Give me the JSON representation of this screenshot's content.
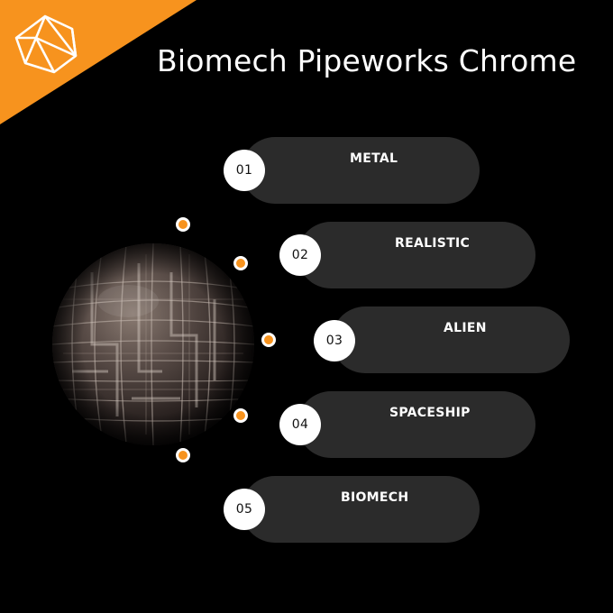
{
  "header": {
    "title": "Biomech Pipeworks Chrome",
    "accent_color": "#f7931e",
    "logo_icon": "icosahedron-icon"
  },
  "hero": {
    "image": "biomech-pipe-sphere"
  },
  "items": [
    {
      "number": "01",
      "label": "METAL"
    },
    {
      "number": "02",
      "label": "REALISTIC"
    },
    {
      "number": "03",
      "label": "ALIEN"
    },
    {
      "number": "04",
      "label": "SPACESHIP"
    },
    {
      "number": "05",
      "label": "BIOMECH"
    }
  ],
  "colors": {
    "background": "#000000",
    "pill": "#2b2b2b",
    "badge": "#ffffff",
    "accent": "#f7931e"
  }
}
